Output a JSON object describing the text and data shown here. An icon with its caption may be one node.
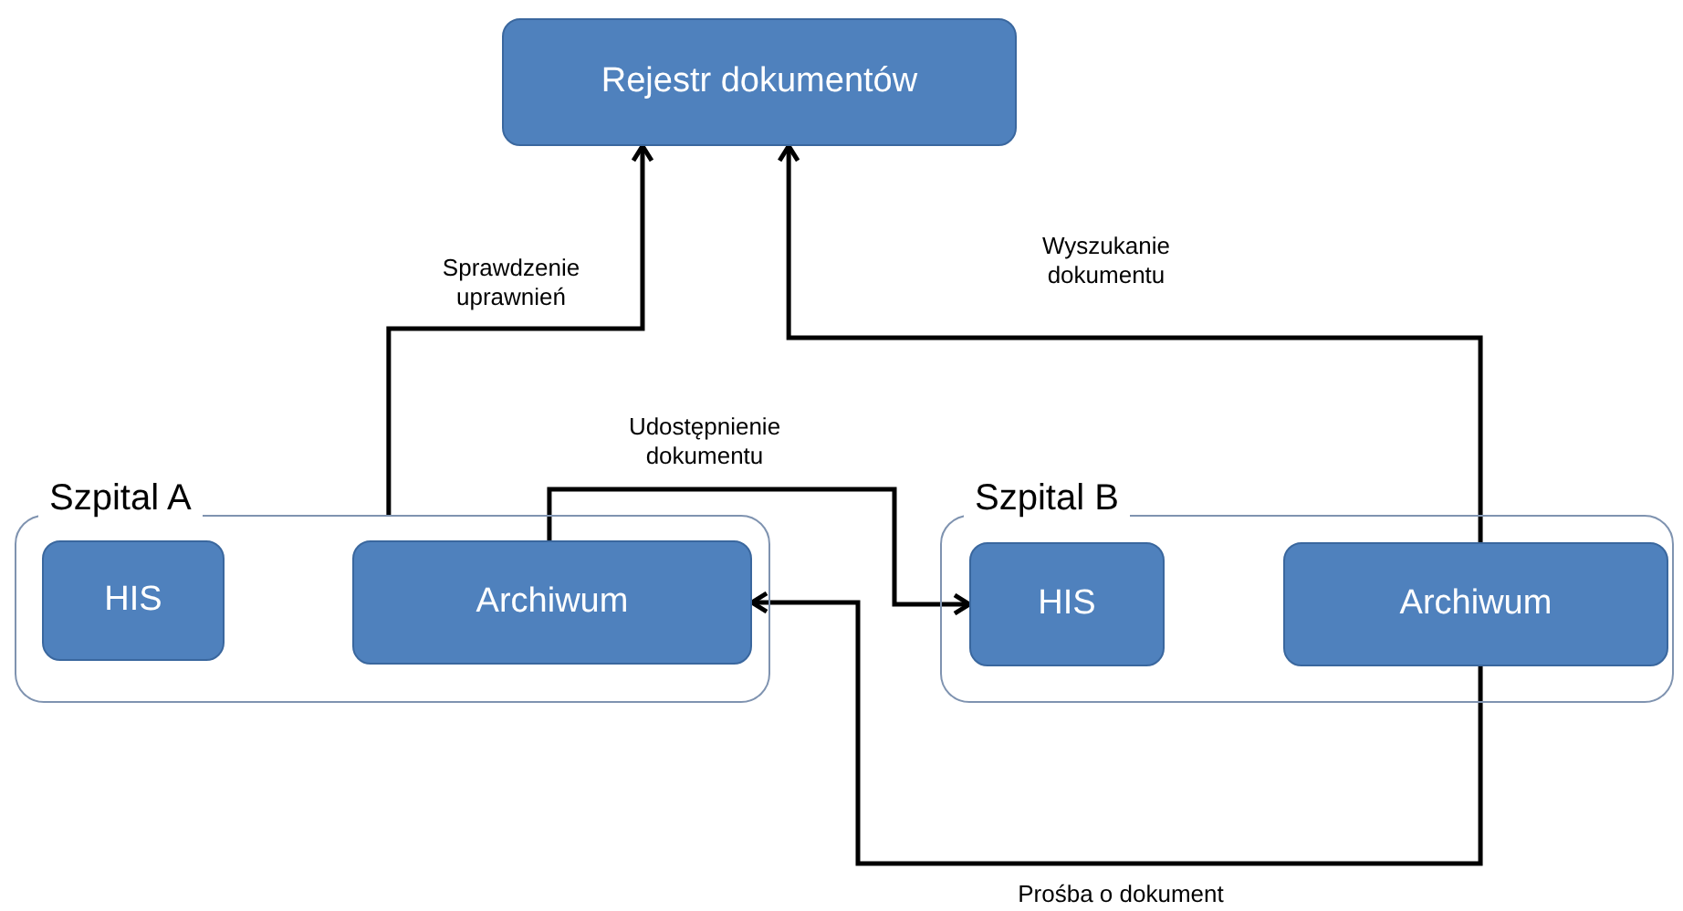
{
  "diagram": {
    "nodes": [
      {
        "text": [
          "Rejestr dokumentów"
        ]
      },
      {
        "text": [
          "Szpital A"
        ]
      },
      {
        "text": [
          "HIS"
        ],
        "in": 1
      },
      {
        "text": [
          "Archiwum"
        ],
        "in": 1
      },
      {
        "text": [
          "Szpital B"
        ]
      },
      {
        "text": [
          "HIS"
        ],
        "in": 4
      },
      {
        "text": [
          "Archiwum"
        ],
        "in": 4
      }
    ],
    "edges": [
      {
        "from": 1,
        "to": 0,
        "arrow": "to",
        "label": "Sprawdzenie uprawnień"
      },
      {
        "from": 6,
        "to": 0,
        "arrow": "to",
        "label": "Wyszukanie dokumentu"
      },
      {
        "from": 3,
        "to": 5,
        "arrow": "to",
        "label": "Udostępnienie dokumentu"
      },
      {
        "from": 6,
        "to": 3,
        "arrow": "to",
        "label": "Prośba o dokument"
      }
    ]
  }
}
